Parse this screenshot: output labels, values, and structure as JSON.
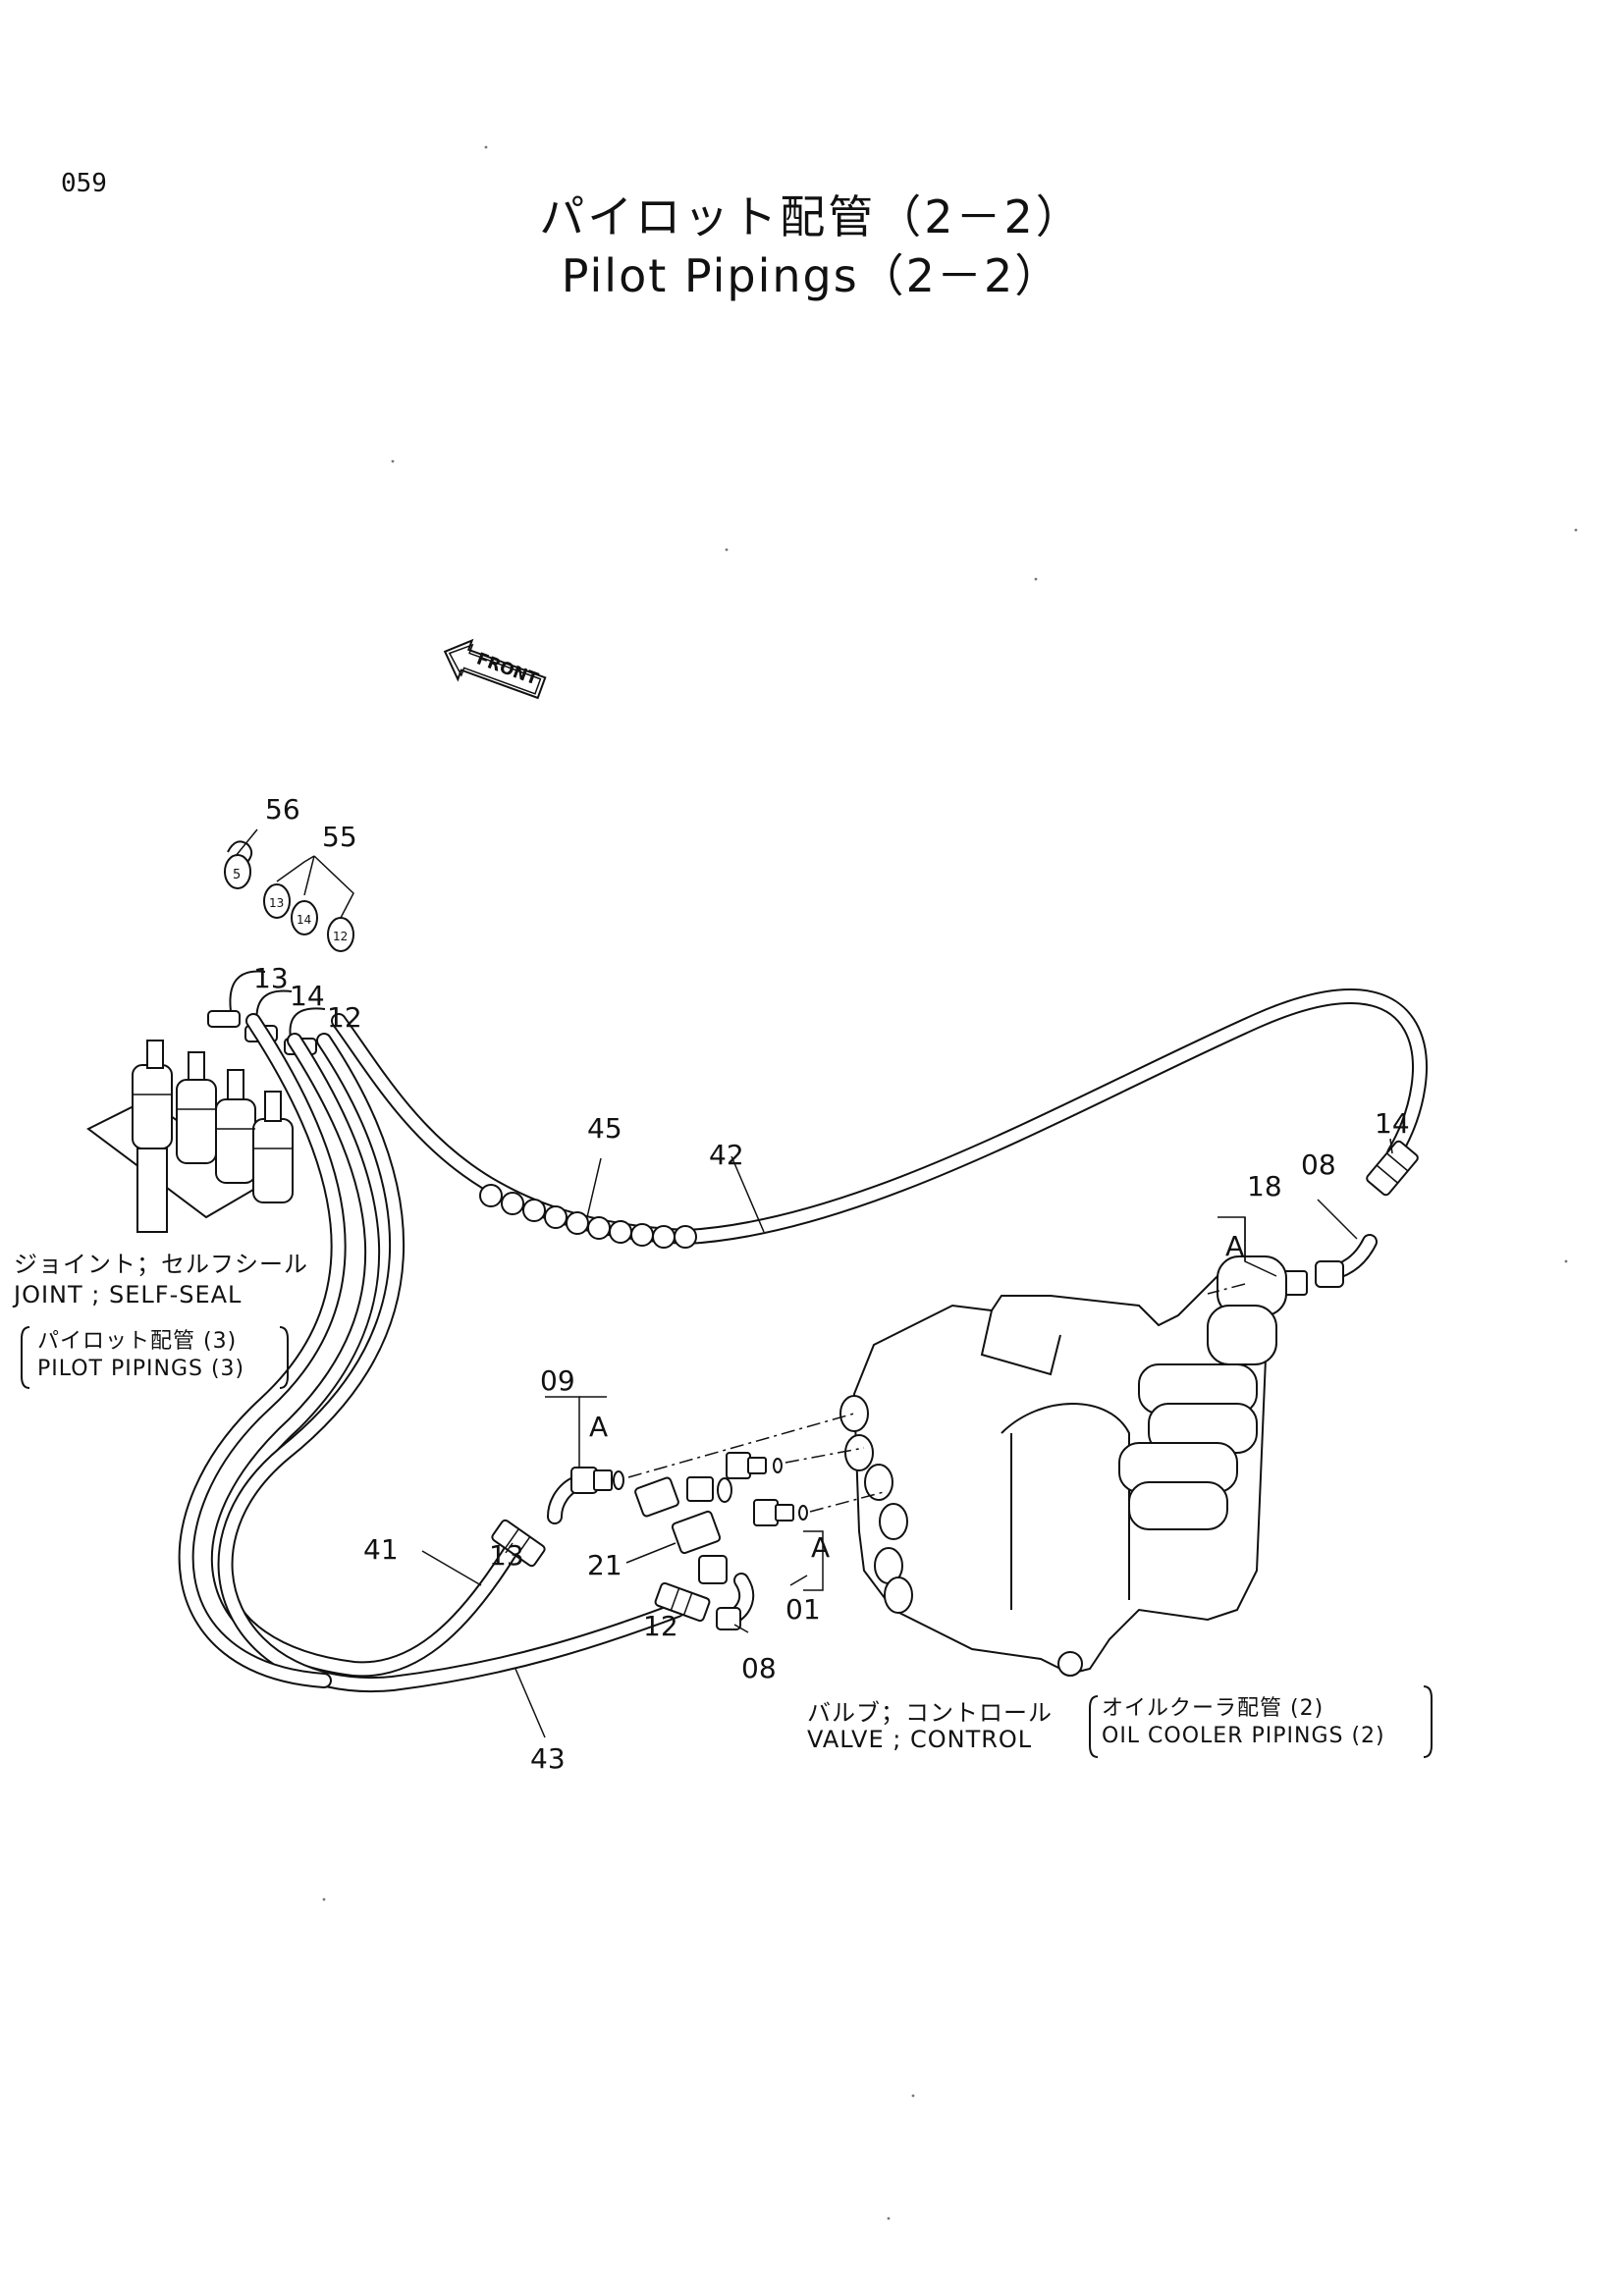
{
  "header": {
    "page_number": "059",
    "title_ja": "パイロット配管（2－2）",
    "title_en": "Pilot Pipings（2－2）"
  },
  "diagram": {
    "front_marker": "FRONT",
    "callouts": {
      "c56": "56",
      "c55": "55",
      "c13_top": "13",
      "c14_top": "14",
      "c12_top": "12",
      "c45": "45",
      "c42": "42",
      "c18": "18",
      "c08_right": "08",
      "c14_right": "14",
      "cA_right": "A",
      "c09": "09",
      "cA_left": "A",
      "cA_mid": "A",
      "c21": "21",
      "c01": "01",
      "c41": "41",
      "c13_bottom": "13",
      "c12_bottom": "12",
      "c08_bottom": "08",
      "c43": "43"
    },
    "tag_labels": [
      "5",
      "13",
      "14",
      "12"
    ],
    "joint_caption": {
      "ja": "ジョイント；セルフシール",
      "en": "JOINT ; SELF-SEAL",
      "ref_ja": "パイロット配管 (3)",
      "ref_en": "PILOT  PIPINGS (3)"
    },
    "valve_caption": {
      "ja": "バルブ；コントロール",
      "en": "VALVE ; CONTROL",
      "ref_ja": "オイルクーラ配管 (2)",
      "ref_en": "OIL  COOLER  PIPINGS (2)"
    }
  }
}
